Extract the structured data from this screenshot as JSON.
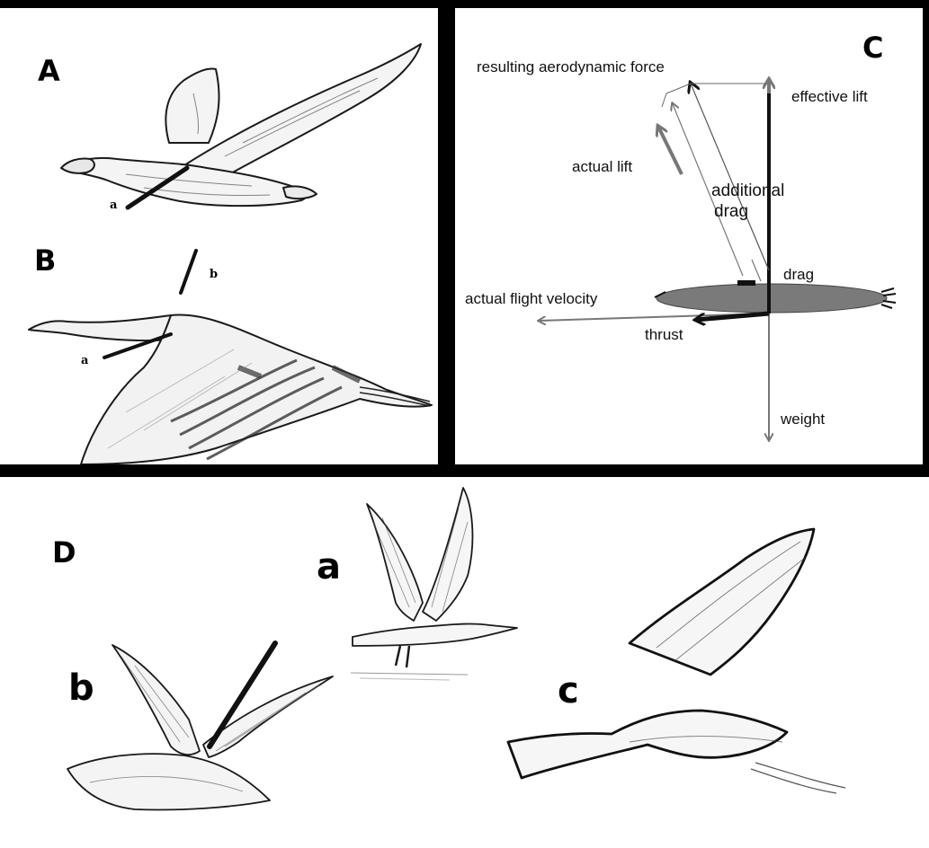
{
  "panels": {
    "A": {
      "letter": "A",
      "labels": {
        "a": "a"
      }
    },
    "B": {
      "letter": "B",
      "labels": {
        "a": "a",
        "b": "b"
      }
    },
    "C": {
      "letter": "C",
      "labels": {
        "resulting_force": "resulting aerodynamic force",
        "effective_lift": "effective lift",
        "actual_lift": "actual lift",
        "additional_drag_1": "additional",
        "additional_drag_2": "drag",
        "drag": "drag",
        "flight_velocity": "actual  flight velocity",
        "thrust": "thrust",
        "weight": "weight"
      },
      "colors": {
        "body": "#7a7a7a",
        "vector_gray": "#777777",
        "vector_dark": "#111111"
      }
    },
    "D": {
      "letter": "D",
      "labels": {
        "a": "a",
        "b": "b",
        "c": "c"
      }
    }
  }
}
